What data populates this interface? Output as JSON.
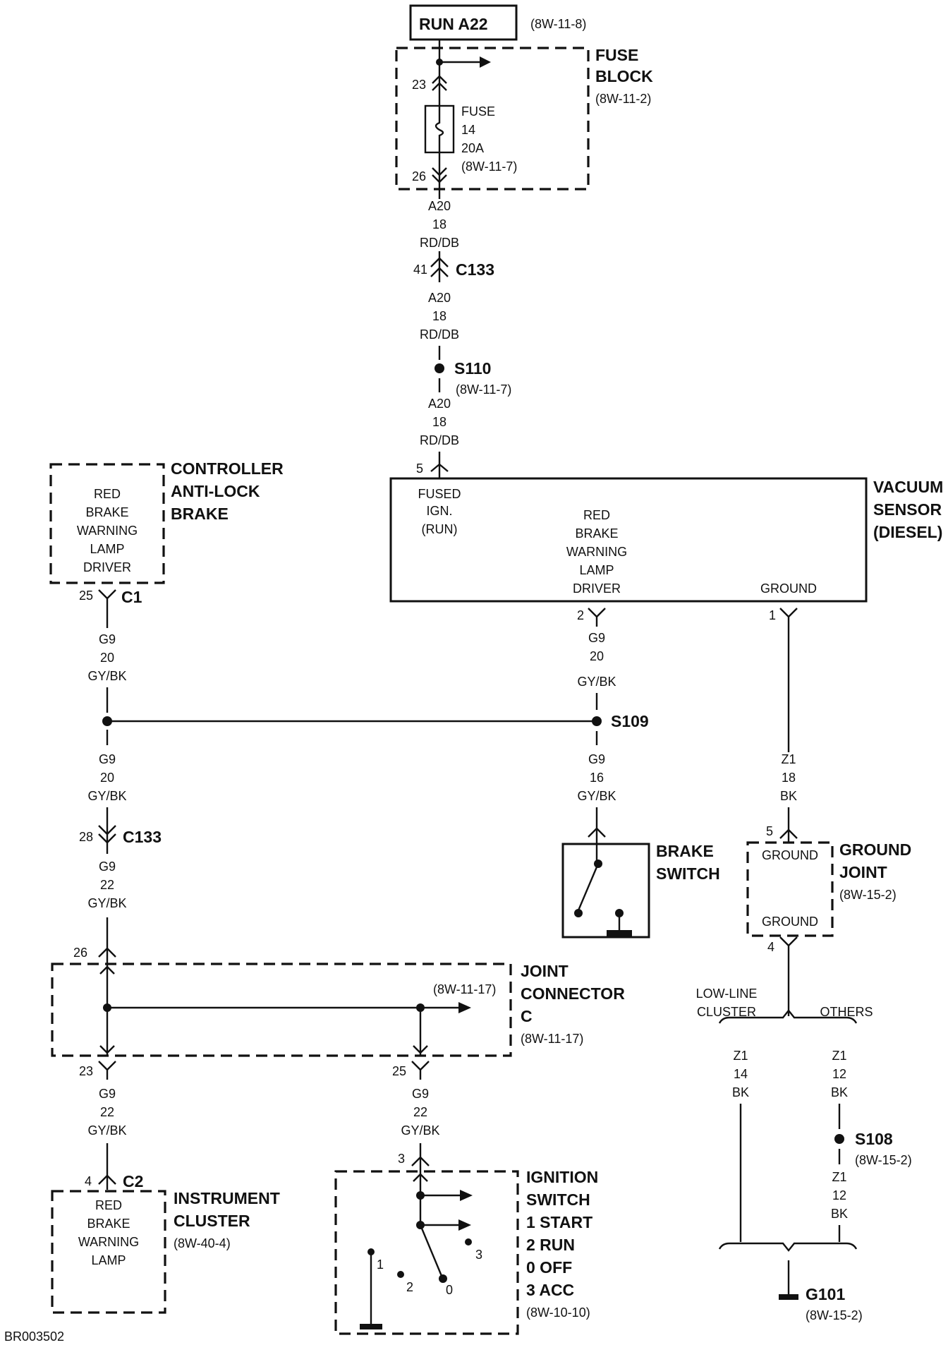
{
  "source_box": {
    "label": "RUN A22",
    "ref": "(8W-11-8)"
  },
  "fuse_block": {
    "title": [
      "FUSE",
      "BLOCK"
    ],
    "ref": "(8W-11-2)",
    "pin_in": "23",
    "pin_out": "26",
    "fuse_lines": [
      "FUSE",
      "14",
      "20A",
      "(8W-11-7)"
    ]
  },
  "wire_a20_1": [
    "A20",
    "18",
    "RD/DB"
  ],
  "c133_top": {
    "pin": "41",
    "name": "C133"
  },
  "wire_a20_2": [
    "A20",
    "18",
    "RD/DB"
  ],
  "s110": {
    "name": "S110",
    "ref": "(8W-11-7)"
  },
  "wire_a20_3": [
    "A20",
    "18",
    "RD/DB"
  ],
  "vacuum_sensor": {
    "title": [
      "VACUUM",
      "SENSOR",
      "(DIESEL)"
    ],
    "pin_in": "5",
    "fused": [
      "FUSED",
      "IGN.",
      "(RUN)"
    ],
    "driver": [
      "RED",
      "BRAKE",
      "WARNING",
      "LAMP",
      "DRIVER"
    ],
    "ground": "GROUND",
    "pin_driver": "2",
    "pin_ground": "1"
  },
  "controller": {
    "title": [
      "CONTROLLER",
      "ANTI-LOCK",
      "BRAKE"
    ],
    "lines": [
      "RED",
      "BRAKE",
      "WARNING",
      "LAMP",
      "DRIVER"
    ],
    "pin": "25",
    "conn": "C1"
  },
  "wire_g9_left1": [
    "G9",
    "20",
    "GY/BK"
  ],
  "wire_g9_vs": [
    "G9",
    "20",
    "GY/BK"
  ],
  "s109": {
    "name": "S109"
  },
  "wire_g9_left2": [
    "G9",
    "20",
    "GY/BK"
  ],
  "wire_g9_brake": [
    "G9",
    "16",
    "GY/BK"
  ],
  "c133_left": {
    "pin": "28",
    "name": "C133"
  },
  "wire_g9_left3": [
    "G9",
    "22",
    "GY/BK"
  ],
  "brake_switch": {
    "title": [
      "BRAKE",
      "SWITCH"
    ]
  },
  "wire_z1_18": [
    "Z1",
    "18",
    "BK"
  ],
  "ground_joint": {
    "title": [
      "GROUND",
      "JOINT"
    ],
    "ref": "(8W-15-2)",
    "top": "GROUND",
    "bottom": "GROUND",
    "pin_top": "5",
    "pin_bottom": "4"
  },
  "joint_connector": {
    "title": [
      "JOINT",
      "CONNECTOR",
      "C"
    ],
    "ref": "(8W-11-17)",
    "inner_ref": "(8W-11-17)",
    "pin_top": "26",
    "pin_b1": "23",
    "pin_b2": "25"
  },
  "branch": {
    "left": [
      "LOW-LINE",
      "CLUSTER"
    ],
    "right": "OTHERS"
  },
  "wire_z1_14": [
    "Z1",
    "14",
    "BK"
  ],
  "wire_z1_12a": [
    "Z1",
    "12",
    "BK"
  ],
  "s108": {
    "name": "S108",
    "ref": "(8W-15-2)"
  },
  "wire_z1_12b": [
    "Z1",
    "12",
    "BK"
  ],
  "wire_g9_left4": [
    "G9",
    "22",
    "GY/BK"
  ],
  "wire_g9_ign": [
    "G9",
    "22",
    "GY/BK"
  ],
  "c2": {
    "pin": "4",
    "name": "C2"
  },
  "ign_pin": "3",
  "instrument_cluster": {
    "title": [
      "INSTRUMENT",
      "CLUSTER"
    ],
    "ref": "(8W-40-4)",
    "lines": [
      "RED",
      "BRAKE",
      "WARNING",
      "LAMP"
    ]
  },
  "ignition_switch": {
    "title": [
      "IGNITION",
      "SWITCH",
      "1 START",
      "2 RUN",
      "0 OFF",
      "3 ACC"
    ],
    "ref": "(8W-10-10)",
    "positions": [
      "1",
      "2",
      "0",
      "3"
    ]
  },
  "g101": {
    "name": "G101",
    "ref": "(8W-15-2)"
  },
  "footer_code": "BR003502"
}
